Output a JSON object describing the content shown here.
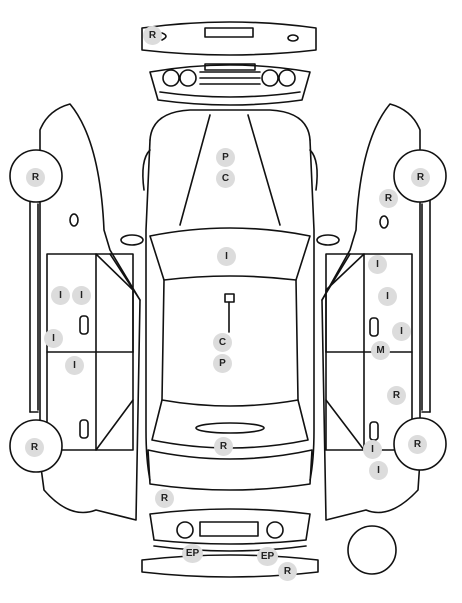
{
  "colors": {
    "line": "#111111",
    "marker_fill": "#dcdcdc",
    "marker_text": "#222222",
    "background": "#ffffff"
  },
  "markers": {
    "top_bumper": "R",
    "hood_p": "P",
    "hood_c": "C",
    "windshield": "I",
    "roof_c": "C",
    "roof_p": "P",
    "rear_glass": "R",
    "rear_corner": "R",
    "rear_ep_left": "EP",
    "rear_ep_right": "EP",
    "rear_bumper": "R",
    "left_front_wheel": "R",
    "left_rear_wheel": "R",
    "left_front_door_1": "I",
    "left_front_door_2": "I",
    "left_pillar": "I",
    "left_rear_door": "I",
    "right_front_wheel": "R",
    "right_mirror_area": "R",
    "right_door_1": "I",
    "right_door_2": "I",
    "right_door_3": "I",
    "right_m": "M",
    "right_rear_door": "R",
    "right_rear_wheel": "R",
    "right_lower_1": "I",
    "right_lower_2": "I"
  }
}
